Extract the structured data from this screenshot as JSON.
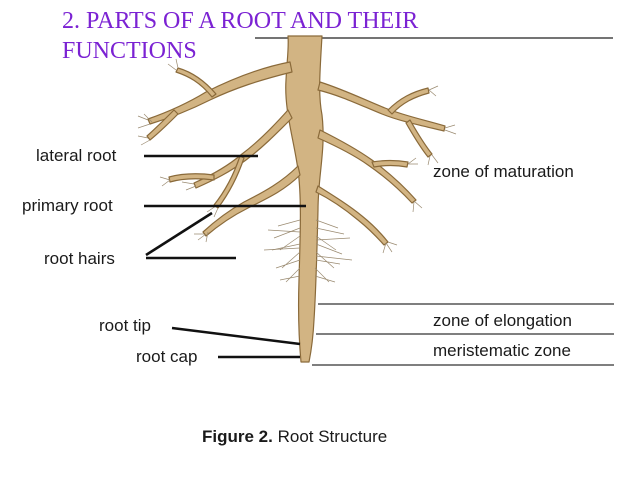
{
  "title": {
    "line1": "2. PARTS OF A ROOT AND THEIR",
    "line2": "FUNCTIONS"
  },
  "labels": {
    "lateral_root": "lateral root",
    "primary_root": "primary root",
    "root_hairs": "root hairs",
    "root_tip": "root tip",
    "root_cap": "root cap",
    "zone_maturation": "zone of maturation",
    "zone_elongation": "zone of elongation",
    "meristematic_zone": "meristematic zone"
  },
  "caption": {
    "bold": "Figure 2.",
    "text": " Root Structure"
  },
  "colors": {
    "title": "#7b22d3",
    "root_fill": "#d2b483",
    "root_stroke": "#8a6a3a",
    "leader": "#111111"
  }
}
